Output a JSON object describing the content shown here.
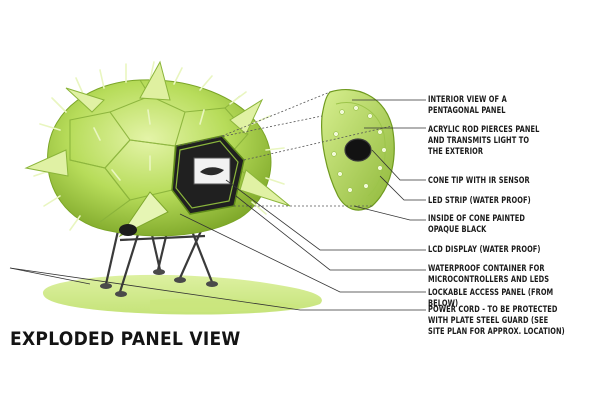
{
  "title": "EXPLODED PANEL VIEW",
  "labels": [
    {
      "id": "interior-view",
      "text": "INTERIOR VIEW OF A\nPENTAGONAL PANEL"
    },
    {
      "id": "acrylic-rod",
      "text": "ACRYLIC ROD PIERCES PANEL\nAND TRANSMITS LIGHT TO\nTHE EXTERIOR"
    },
    {
      "id": "cone-tip",
      "text": "CONE TIP WITH IR SENSOR"
    },
    {
      "id": "led-strip",
      "text": "LED STRIP (WATER PROOF)"
    },
    {
      "id": "cone-inside",
      "text": "INSIDE OF CONE PAINTED\nOPAQUE BLACK"
    },
    {
      "id": "lcd-display",
      "text": "LCD DISPLAY (WATER PROOF)"
    },
    {
      "id": "waterproof-container",
      "text": "WATERPROOF CONTAINER FOR\nMICROCONTROLLERS AND LEDS"
    },
    {
      "id": "access-panel",
      "text": "LOCKABLE ACCESS PANEL (FROM BELOW)"
    },
    {
      "id": "power-cord",
      "text": "POWER CORD - TO BE PROTECTED\nWITH PLATE STEEL GUARD (SEE\nSITE PLAN FOR APPROX. LOCATION)"
    }
  ],
  "colors": {
    "body_green": "#b7dc5a",
    "dark_green": "#6f9a1f",
    "light_green": "#e3f3a8",
    "leader_line": "#333333"
  }
}
